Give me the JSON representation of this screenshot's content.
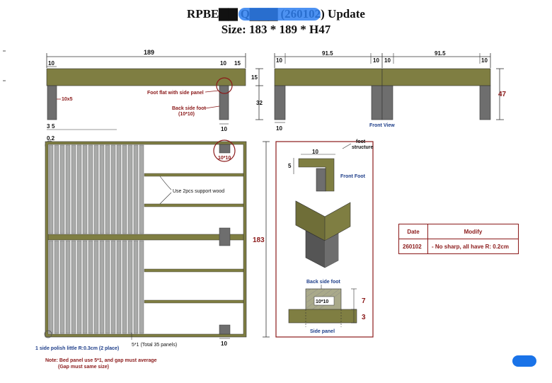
{
  "title": {
    "line1": "RPBE▇▇ Q▇▇▇ (260102) Update",
    "line2": "Size: 183 * 189 * H47"
  },
  "side_view": {
    "total_length": "189",
    "left_leg": "10",
    "right_leg_a": "10",
    "right_leg_b": "15",
    "height_top": "15",
    "height_leg": "32",
    "leg_spec": "10x5",
    "foot_flat_note": "Foot flat with side panel",
    "back_foot_note": "Back side foot",
    "back_foot_size": "(10*10)",
    "bottom_leg": "10"
  },
  "front_view": {
    "left_edge": "10",
    "left_span": "91.5",
    "mid_a": "10",
    "mid_b": "10",
    "right_span": "91.5",
    "right_edge": "10",
    "total_height": "47",
    "bottom_leg": "10",
    "label": "Front View"
  },
  "top_view": {
    "dim_3": "3",
    "dim_5": "5",
    "dim_02": "0.2",
    "corner_block": "10*10",
    "support_note": "Use 2pcs support wood",
    "width": "183",
    "bottom_block": "10",
    "panel_note": "5*1  (Total 35 panels)",
    "polish_note": "1 side polish little R:0.3cm (2 place)",
    "note_line1": "Note: Bed panel use 5*1, and gap must average",
    "note_line2": "(Gap must same size)"
  },
  "foot_detail": {
    "title_line1": "foot",
    "title_line2": "structure",
    "top_dim": "10",
    "side_dim": "5",
    "front_foot_label": "Front Foot",
    "back_foot_label": "Back side foot",
    "back_block": "10*10",
    "dim_7": "7",
    "dim_3": "3",
    "side_panel_label": "Side panel"
  },
  "modify_table": {
    "header_date": "Date",
    "header_modify": "Modify",
    "row_date": "260102",
    "row_modify": "- No sharp, all have R: 0.2cm"
  },
  "colors": {
    "wood": "#7f7e42",
    "leg": "#6e6e6e",
    "panel": "#a9aaa9",
    "annotation": "#8b1a1a",
    "note": "#1f3f8a"
  }
}
